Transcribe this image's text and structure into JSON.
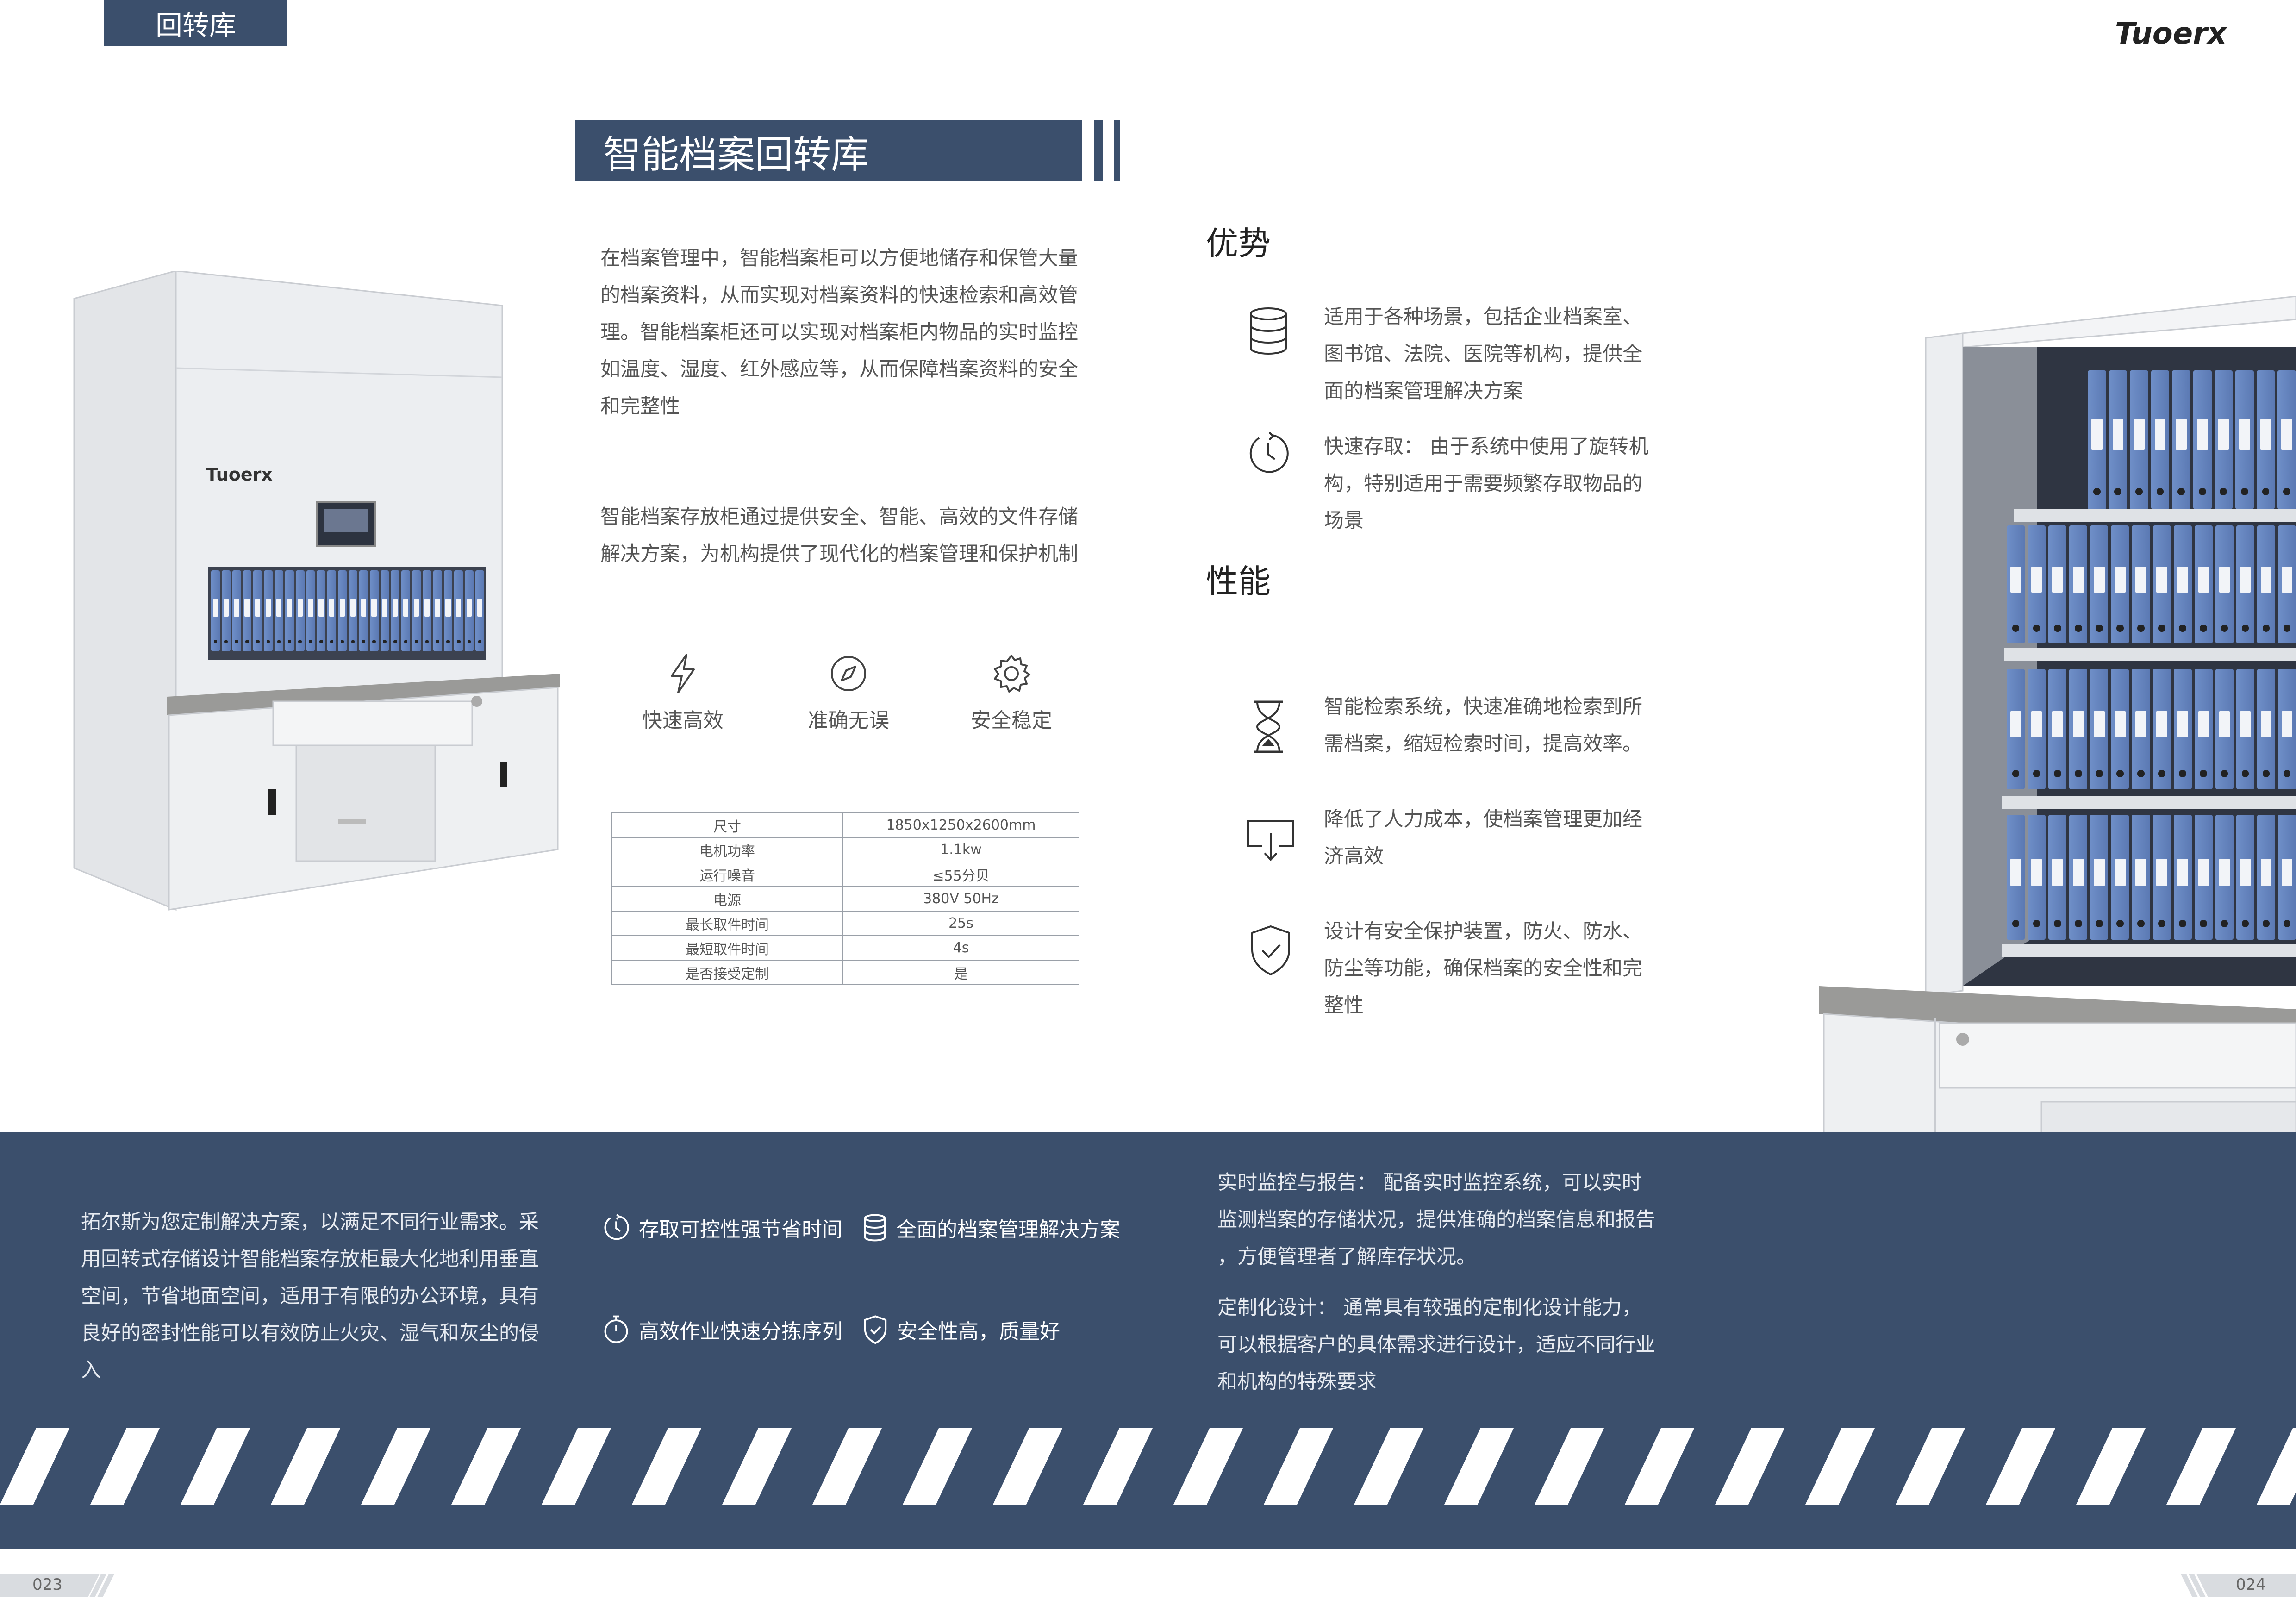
{
  "header": {
    "tag": "回转库",
    "brand": "Tuoerx"
  },
  "title": "智能档案回转库",
  "intro": [
    "在档案管理中，智能档案柜可以方便地储存和保管大量",
    "的档案资料，从而实现对档案资料的快速检索和高效管",
    "理。智能档案柜还可以实现对档案柜内物品的实时监控",
    "如温度、湿度、红外感应等，从而保障档案资料的安全",
    "和完整性"
  ],
  "intro2": [
    "智能档案存放柜通过提供安全、智能、高效的文件存储",
    "解决方案，为机构提供了现代化的档案管理和保护机制"
  ],
  "features": [
    {
      "label": "快速高效",
      "icon": "lightning-icon"
    },
    {
      "label": "准确无误",
      "icon": "compass-icon"
    },
    {
      "label": "安全稳定",
      "icon": "gear-icon"
    }
  ],
  "spec_table": [
    [
      "尺寸",
      "1850x1250x2600mm"
    ],
    [
      "电机功率",
      "1.1kw"
    ],
    [
      "运行噪音",
      "≤55分贝"
    ],
    [
      "电源",
      "380V 50Hz"
    ],
    [
      "最长取件时间",
      "25s"
    ],
    [
      "最短取件时间",
      "4s"
    ],
    [
      "是否接受定制",
      "是"
    ]
  ],
  "advantages": {
    "heading": "优势",
    "items": [
      {
        "icon": "database-icon",
        "lines": [
          " 适用于各种场景，包括企业档案室、",
          "图书馆、法院、医院等机构，提供全",
          "面的档案管理解决方案"
        ]
      },
      {
        "icon": "clock-icon",
        "lines": [
          "快速存取： 由于系统中使用了旋转机",
          "构，特别适用于需要频繁存取物品的",
          "场景"
        ]
      }
    ]
  },
  "performance": {
    "heading": "性能",
    "items": [
      {
        "icon": "hourglass-icon",
        "lines": [
          "智能检索系统，快速准确地检索到所",
          "需档案，缩短检索时间，提高效率。"
        ]
      },
      {
        "icon": "download-icon",
        "lines": [
          "降低了人力成本，使档案管理更加经",
          "济高效"
        ]
      },
      {
        "icon": "shield-check-icon",
        "lines": [
          "设计有安全保护装置，防火、防水、",
          "防尘等功能，确保档案的安全性和完",
          "整性"
        ]
      }
    ]
  },
  "cabinet": {
    "brand": "Tuoerx"
  },
  "band": {
    "left_text": [
      "拓尔斯为您定制解决方案，以满足不同行业需求。采",
      "用回转式存储设计智能档案存放柜最大化地利用垂直",
      "空间，节省地面空间，适用于有限的办公环境，具有",
      "良好的密封性能可以有效防止火灾、湿气和灰尘的侵",
      "入"
    ],
    "features": [
      {
        "label": "存取可控性强节省时间",
        "icon": "clock-icon"
      },
      {
        "label": "全面的档案管理解决方案",
        "icon": "database-icon"
      },
      {
        "label": "高效作业快速分拣序列",
        "icon": "stopwatch-icon"
      },
      {
        "label": "安全性高，质量好",
        "icon": "shield-check-icon"
      }
    ],
    "right_text_1": [
      "实时监控与报告： 配备实时监控系统，可以实时",
      "监测档案的存储状况，提供准确的档案信息和报告",
      "，方便管理者了解库存状况。"
    ],
    "right_text_2": [
      "定制化设计： 通常具有较强的定制化设计能力，",
      "可以根据客户的具体需求进行设计，适应不同行业",
      "和机构的特殊要求"
    ]
  },
  "pages": {
    "left": "023",
    "right": "024"
  },
  "colors": {
    "navy": "#3b4f6c",
    "binder": "#6f8fc8",
    "text": "#555555"
  }
}
